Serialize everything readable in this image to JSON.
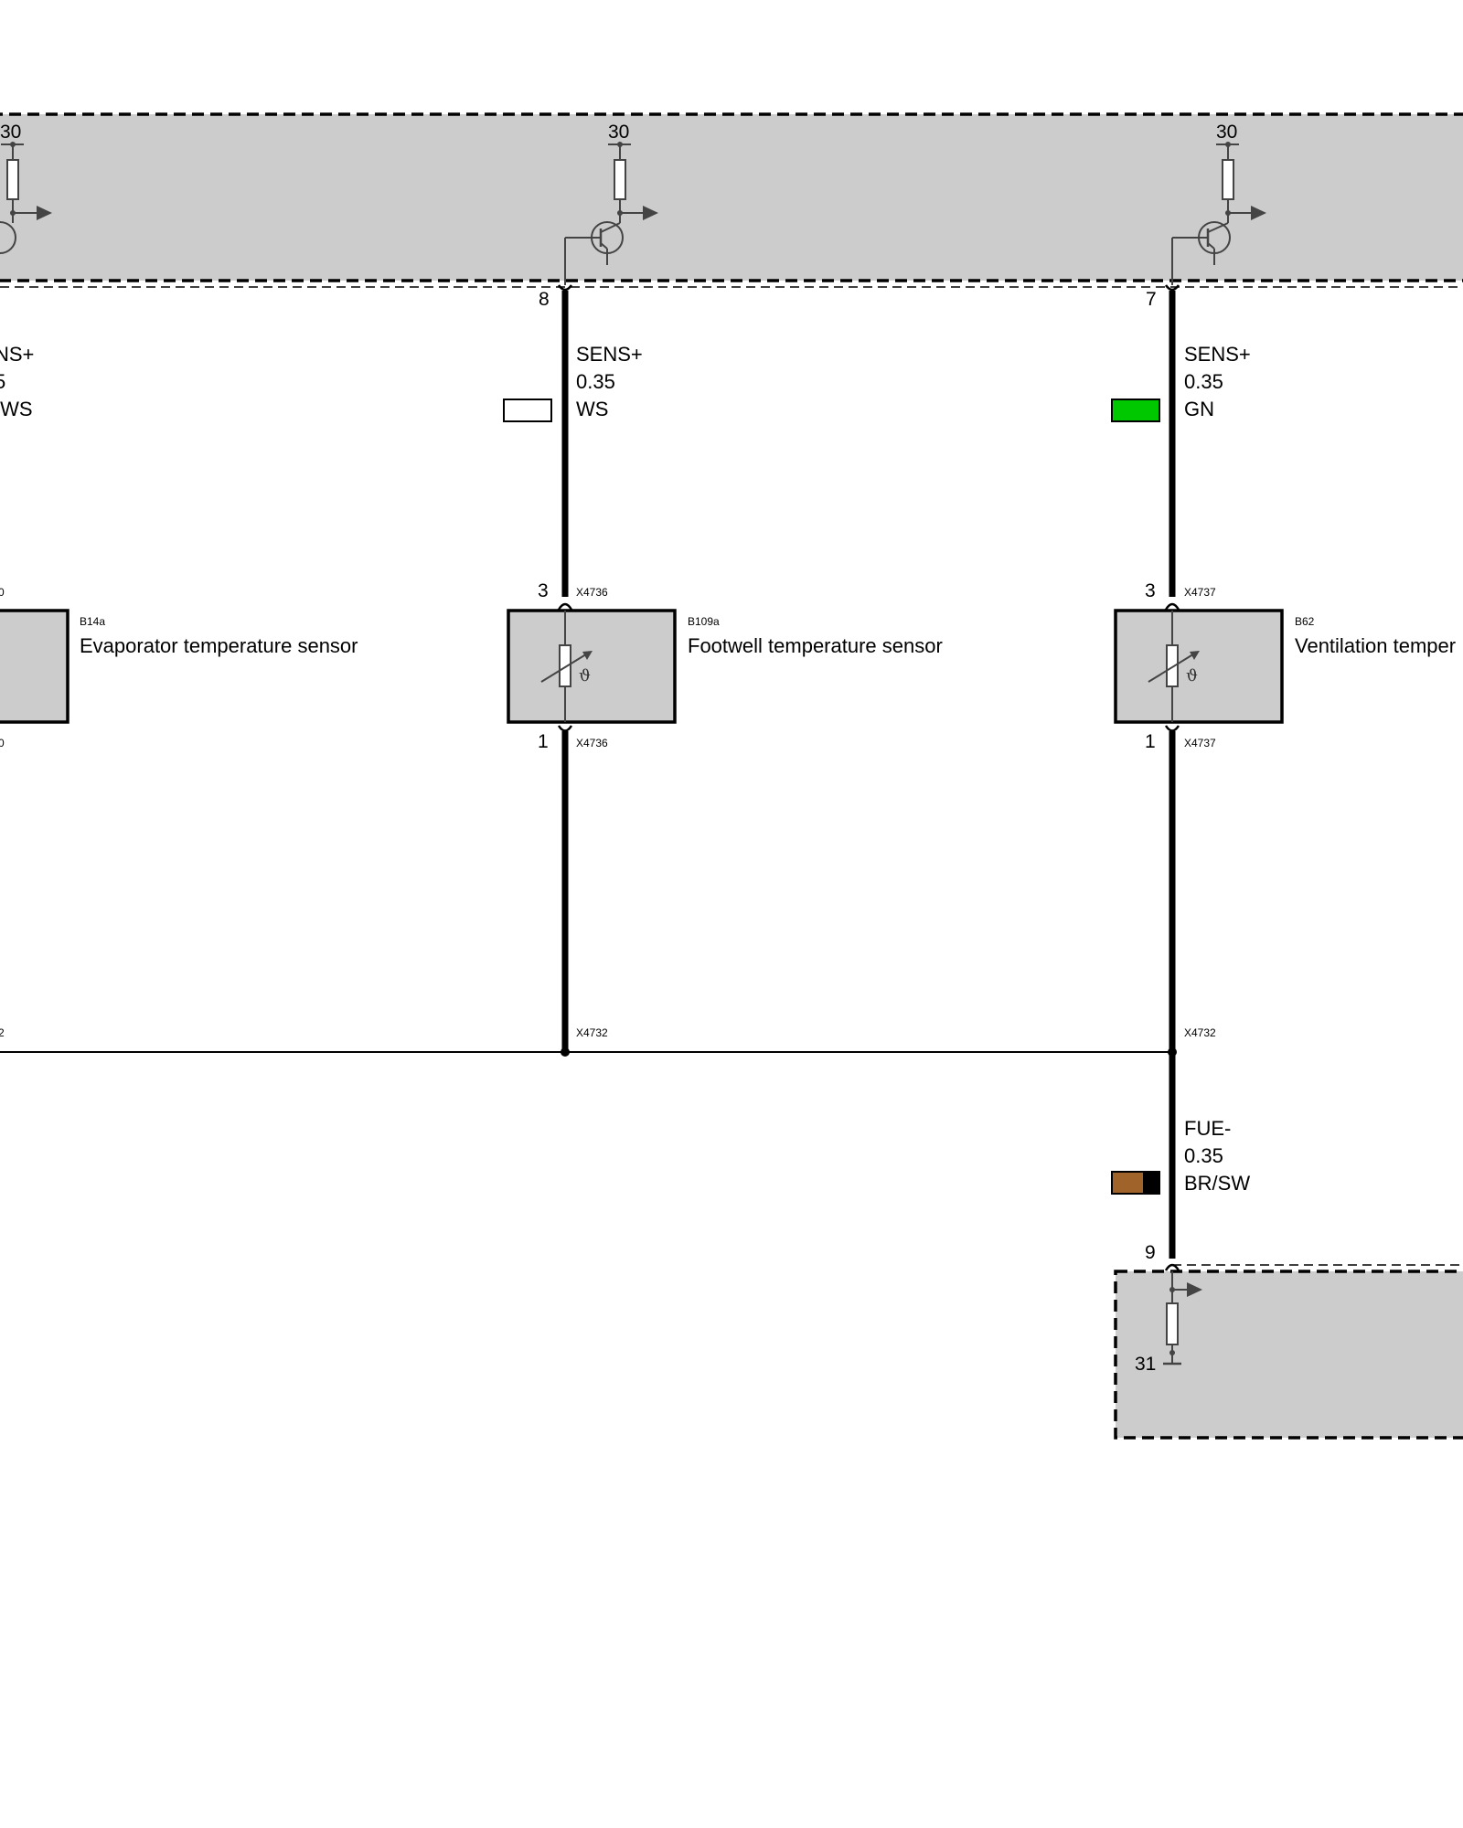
{
  "control_unit": {
    "supply_labels": [
      "30",
      "30",
      "30"
    ]
  },
  "circuits": [
    {
      "pin_top": "",
      "signal": "NS+",
      "cross_section": "5",
      "wire_color_code": "/WS",
      "connector_top": "0",
      "connector_bottom": "0",
      "component_id": "B14a",
      "component_name": "Evaporator temperature sensor",
      "ground_connector": "2"
    },
    {
      "pin_top": "8",
      "signal": "SENS+",
      "cross_section": "0.35",
      "wire_color_code": "WS",
      "swatch_colors": [
        "#ffffff"
      ],
      "sensor_pin_top": "3",
      "connector_top": "X4736",
      "sensor_pin_bottom": "1",
      "connector_bottom": "X4736",
      "component_id": "B109a",
      "component_name": "Footwell temperature sensor",
      "ground_connector": "X4732"
    },
    {
      "pin_top": "7",
      "signal": "SENS+",
      "cross_section": "0.35",
      "wire_color_code": "GN",
      "swatch_colors": [
        "#00c800"
      ],
      "sensor_pin_top": "3",
      "connector_top": "X4737",
      "sensor_pin_bottom": "1",
      "connector_bottom": "X4737",
      "component_id": "B62",
      "component_name": "Ventilation temper",
      "ground_connector": "X4732"
    }
  ],
  "ground_wire": {
    "signal": "FUE-",
    "cross_section": "0.35",
    "wire_color_code": "BR/SW",
    "swatch_colors": [
      "#a0642a",
      "#000000"
    ],
    "pin": "9",
    "terminal": "31"
  },
  "colors": {
    "module_fill": "#cccccc",
    "wire": "#000000",
    "symbol": "#444444"
  }
}
